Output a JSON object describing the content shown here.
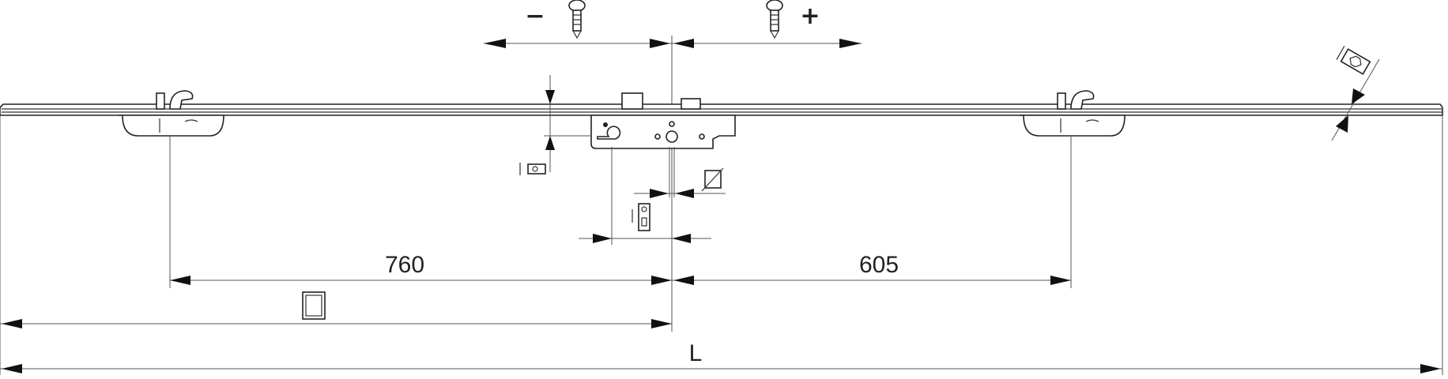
{
  "diagram": {
    "dimension_left": "760",
    "dimension_right": "605",
    "dimension_total": "L",
    "adjust_minus": "−",
    "adjust_plus": "+"
  }
}
